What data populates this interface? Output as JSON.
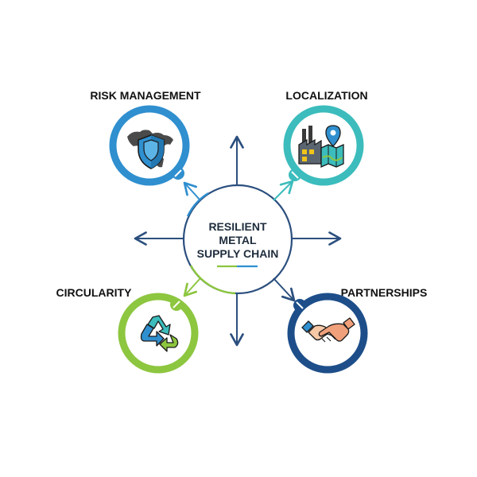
{
  "center": {
    "lines": [
      "RESILIENT",
      "METAL",
      "SUPPLY CHAIN"
    ]
  },
  "nodes": [
    {
      "id": "risk",
      "label": "RISK MANAGEMENT",
      "icon": "shield-world-map-icon",
      "color": "#2f8fcf"
    },
    {
      "id": "localization",
      "label": "LOCALIZATION",
      "icon": "factory-map-pin-icon",
      "color": "#3cbcbc"
    },
    {
      "id": "circularity",
      "label": "CIRCULARITY",
      "icon": "recycle-icon",
      "color": "#8dc63f"
    },
    {
      "id": "partnerships",
      "label": "PARTNERSHIPS",
      "icon": "handshake-icon",
      "color": "#1d4e89"
    }
  ],
  "colors": {
    "arrow": "#2b4f7e",
    "text": "#111111",
    "center_accent": "#8dc63f"
  }
}
